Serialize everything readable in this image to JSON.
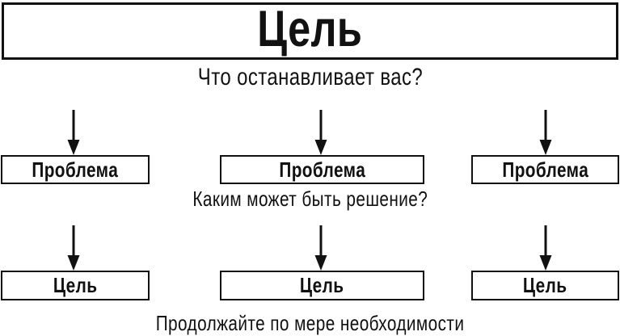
{
  "palette": {
    "ink": "#111111",
    "paper": "#ffffff"
  },
  "diagram": {
    "goal_header": {
      "label": "Цель"
    },
    "question_obstacles": "Что останавливает вас?",
    "problem_boxes": [
      {
        "label": "Проблема"
      },
      {
        "label": "Проблема"
      },
      {
        "label": "Проблема"
      }
    ],
    "question_solution": "Каким может быть решение?",
    "goal_boxes": [
      {
        "label": "Цель"
      },
      {
        "label": "Цель"
      },
      {
        "label": "Цель"
      }
    ],
    "footer_note": "Продолжайте по мере необходимости"
  }
}
